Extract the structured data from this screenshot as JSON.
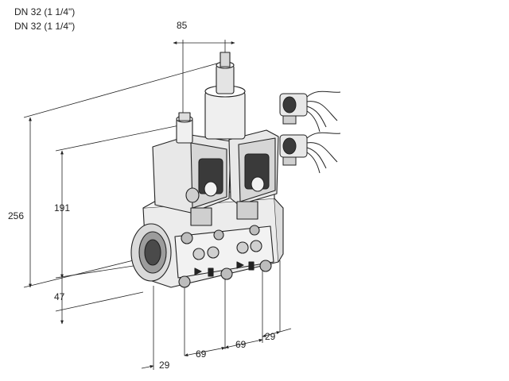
{
  "header": {
    "line1": "DN 32 (1 1/4\")",
    "line2": "DN 32 (1 1/4\")"
  },
  "dimensions": {
    "top_width": "85",
    "total_height": "256",
    "valve_height": "191",
    "base_height": "47",
    "offset_left": "29",
    "pitch_1": "69",
    "pitch_2": "69",
    "offset_right": "29"
  },
  "colors": {
    "line": "#222222",
    "body_fill": "#e6e6e6",
    "dark_fill": "#3a3a3a"
  }
}
